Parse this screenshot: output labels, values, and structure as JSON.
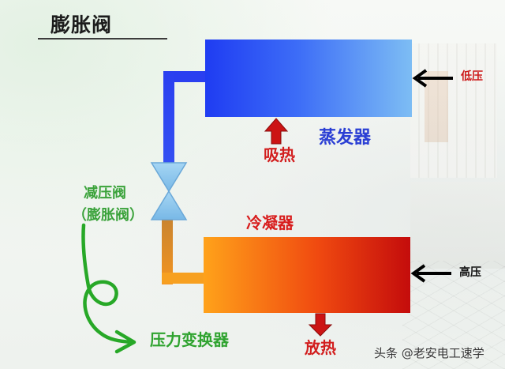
{
  "title": "膨胀阀",
  "evaporator": {
    "label": "蒸发器",
    "heat_label": "吸热",
    "pressure_label": "低压"
  },
  "condenser": {
    "label": "冷凝器",
    "heat_label": "放热",
    "pressure_label": "高压"
  },
  "valve": {
    "label_line1": "减压阀",
    "label_line2": "（膨胀阀）",
    "note": "压力变换器"
  },
  "watermark": "头条 @老安电工速学",
  "colors": {
    "evaporator": "#2a3ff0",
    "condenser": "#e83a12",
    "pipe_cold": "#2a3ff0",
    "pipe_hot": "#f7a020",
    "heat_arrow": "#cc1414",
    "annotation_green": "#27a827",
    "valve": "#8ec7ee"
  },
  "icons": [
    "heat-absorb-arrow-icon",
    "heat-release-arrow-icon",
    "low-pressure-arrow-icon",
    "high-pressure-arrow-icon",
    "expansion-valve-icon",
    "green-loop-arrow-icon"
  ]
}
